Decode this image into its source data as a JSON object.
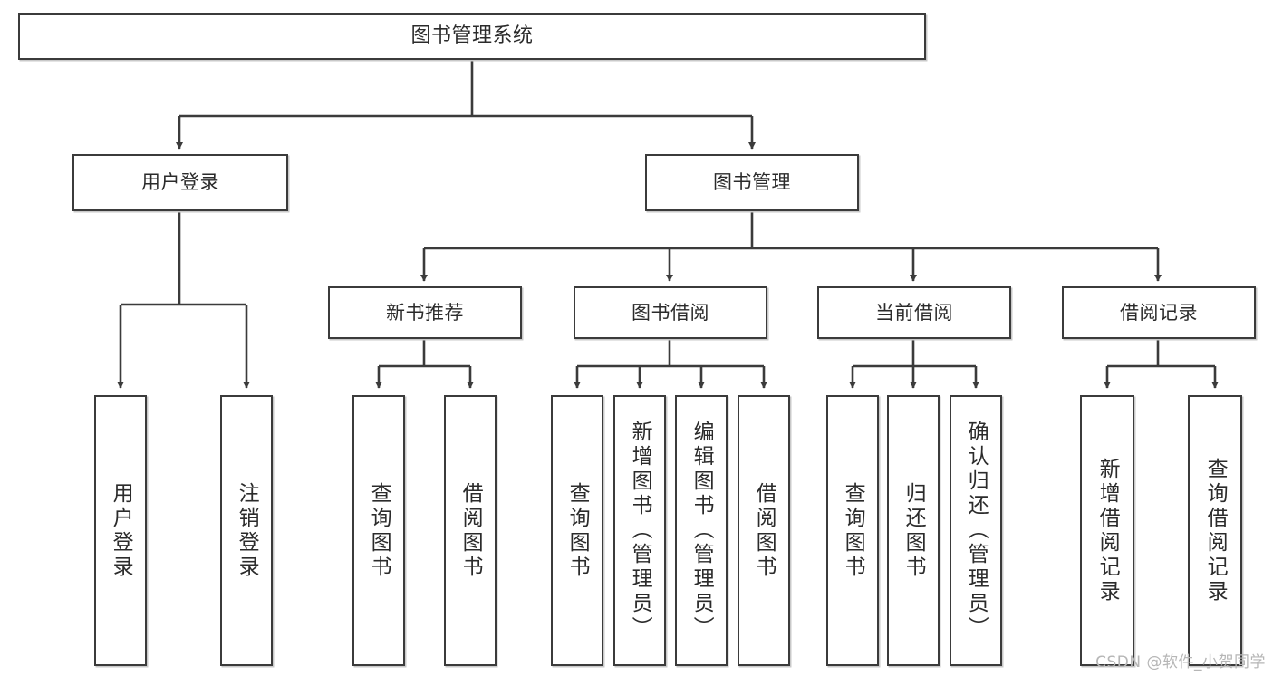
{
  "diagram": {
    "title": "图书管理系统",
    "type": "tree",
    "watermark": "CSDN @软件_小贺同学",
    "colors": {
      "background": "#ffffff",
      "node_border": "#3b3b3b",
      "node_fill": "#ffffff",
      "edge": "#3b3b3b",
      "text": "#2b2b2b",
      "watermark": "#b6b6b6"
    },
    "nodes": {
      "root": {
        "label": "图书管理系统",
        "level": 1,
        "orientation": "horizontal"
      },
      "l2": [
        {
          "id": "user-login",
          "label": "用户登录",
          "level": 2,
          "orientation": "horizontal"
        },
        {
          "id": "book-manage",
          "label": "图书管理",
          "level": 2,
          "orientation": "horizontal"
        }
      ],
      "l3": [
        {
          "id": "new-book-rec",
          "label": "新书推荐",
          "level": 3,
          "orientation": "horizontal",
          "parent": "book-manage"
        },
        {
          "id": "book-borrow",
          "label": "图书借阅",
          "level": 3,
          "orientation": "horizontal",
          "parent": "book-manage"
        },
        {
          "id": "current-borrow",
          "label": "当前借阅",
          "level": 3,
          "orientation": "horizontal",
          "parent": "book-manage"
        },
        {
          "id": "borrow-record",
          "label": "借阅记录",
          "level": 3,
          "orientation": "horizontal",
          "parent": "book-manage"
        }
      ],
      "leaves": [
        {
          "id": "leaf-user-login",
          "label": "用户登录",
          "parent": "user-login",
          "orientation": "vertical"
        },
        {
          "id": "leaf-logout",
          "label": "注销登录",
          "parent": "user-login",
          "orientation": "vertical"
        },
        {
          "id": "leaf-query-book-1",
          "label": "查询图书",
          "parent": "new-book-rec",
          "orientation": "vertical"
        },
        {
          "id": "leaf-borrow-book-1",
          "label": "借阅图书",
          "parent": "new-book-rec",
          "orientation": "vertical"
        },
        {
          "id": "leaf-query-book-2",
          "label": "查询图书",
          "parent": "book-borrow",
          "orientation": "vertical"
        },
        {
          "id": "leaf-add-book",
          "label": "新增图书（管理员）",
          "parent": "book-borrow",
          "orientation": "vertical"
        },
        {
          "id": "leaf-edit-book",
          "label": "编辑图书（管理员）",
          "parent": "book-borrow",
          "orientation": "vertical"
        },
        {
          "id": "leaf-borrow-book-2",
          "label": "借阅图书",
          "parent": "book-borrow",
          "orientation": "vertical"
        },
        {
          "id": "leaf-query-book-3",
          "label": "查询图书",
          "parent": "current-borrow",
          "orientation": "vertical"
        },
        {
          "id": "leaf-return-book",
          "label": "归还图书",
          "parent": "current-borrow",
          "orientation": "vertical"
        },
        {
          "id": "leaf-confirm-return",
          "label": "确认归还（管理员）",
          "parent": "current-borrow",
          "orientation": "vertical"
        },
        {
          "id": "leaf-add-record",
          "label": "新增借阅记录",
          "parent": "borrow-record",
          "orientation": "vertical"
        },
        {
          "id": "leaf-query-record",
          "label": "查询借阅记录",
          "parent": "borrow-record",
          "orientation": "vertical"
        }
      ]
    }
  }
}
